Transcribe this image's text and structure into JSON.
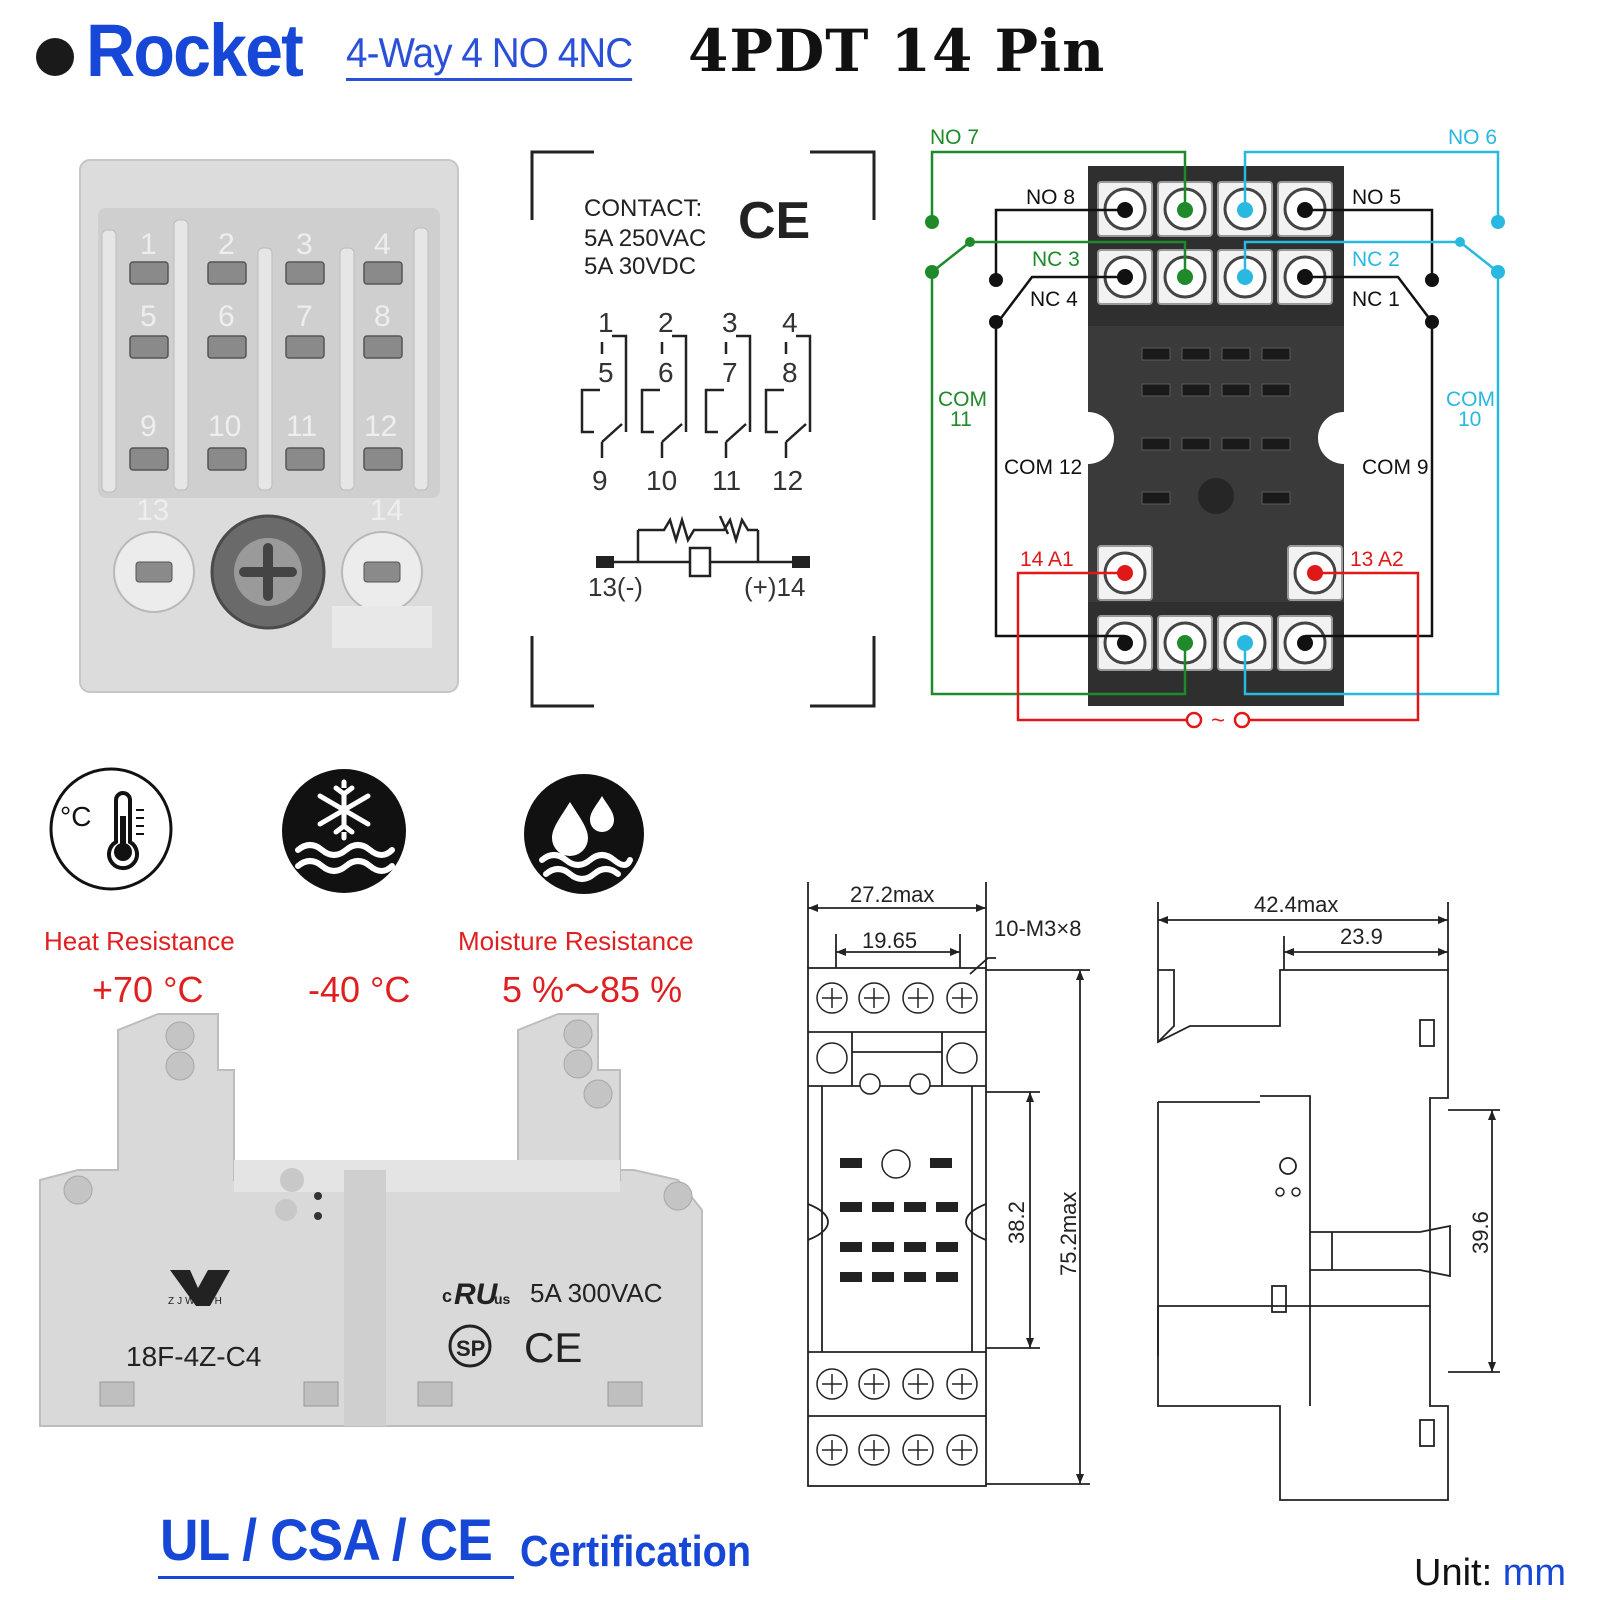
{
  "header": {
    "brand": "Rocket",
    "subtitle": "4-Way  4 NO 4NC",
    "pin_spec": "4PDT  14 Pin"
  },
  "relay_photo": {
    "pin_numbers": [
      "1",
      "2",
      "3",
      "4",
      "5",
      "6",
      "7",
      "8",
      "9",
      "10",
      "11",
      "12",
      "13",
      "14"
    ]
  },
  "contact_label": {
    "title": "CONTACT:",
    "line1": "5A  250VAC",
    "line2": "5A  30VDC",
    "ce_mark": "CE"
  },
  "schematic": {
    "top_pins": [
      "1",
      "2",
      "3",
      "4"
    ],
    "mid_pins": [
      "5",
      "6",
      "7",
      "8"
    ],
    "bottom_pins": [
      "9",
      "10",
      "11",
      "12"
    ],
    "coil_left": "13(-)",
    "coil_right": "(+)14"
  },
  "wiring": {
    "labels": {
      "no7": "NO 7",
      "no6": "NO 6",
      "no8": "NO 8",
      "no5": "NO 5",
      "nc3": "NC 3",
      "nc2": "NC 2",
      "nc4": "NC 4",
      "nc1": "NC 1",
      "com11": "COM",
      "com11_num": "11",
      "com10": "COM",
      "com10_num": "10",
      "com12": "COM 12",
      "com9": "COM 9",
      "a1": "14 A1",
      "a2": "13 A2",
      "ac": "~"
    },
    "colors": {
      "green": "#1e8a2a",
      "cyan": "#29b8e0",
      "red": "#e01818",
      "black": "#111111"
    }
  },
  "features": [
    {
      "icon": "thermometer-icon",
      "label": "Heat Resistance",
      "value": "+70 °C"
    },
    {
      "icon": "snowflake-icon",
      "label": "",
      "value": "-40 °C"
    },
    {
      "icon": "water-drops-icon",
      "label": "Moisture Resistance",
      "value": "5 %～85 %"
    }
  ],
  "socket": {
    "brand": "ZJWZJH",
    "model": "18F-4Z-C4",
    "ul_mark": "c",
    "ul_us": "us",
    "rating": "5A 300VAC",
    "csa_mark": "SP",
    "ce_mark": "CE"
  },
  "dimensions": {
    "front": {
      "width_max": "27.2max",
      "inner": "19.65",
      "screw": "10-M3×8",
      "height_mid": "38.2",
      "height_max": "75.2max"
    },
    "side": {
      "width_max": "42.4max",
      "inner": "23.9",
      "height": "39.6"
    }
  },
  "certification": {
    "main": "UL / CSA / CE",
    "sub": "Certification"
  },
  "unit": {
    "label": "Unit:",
    "value": "mm"
  }
}
